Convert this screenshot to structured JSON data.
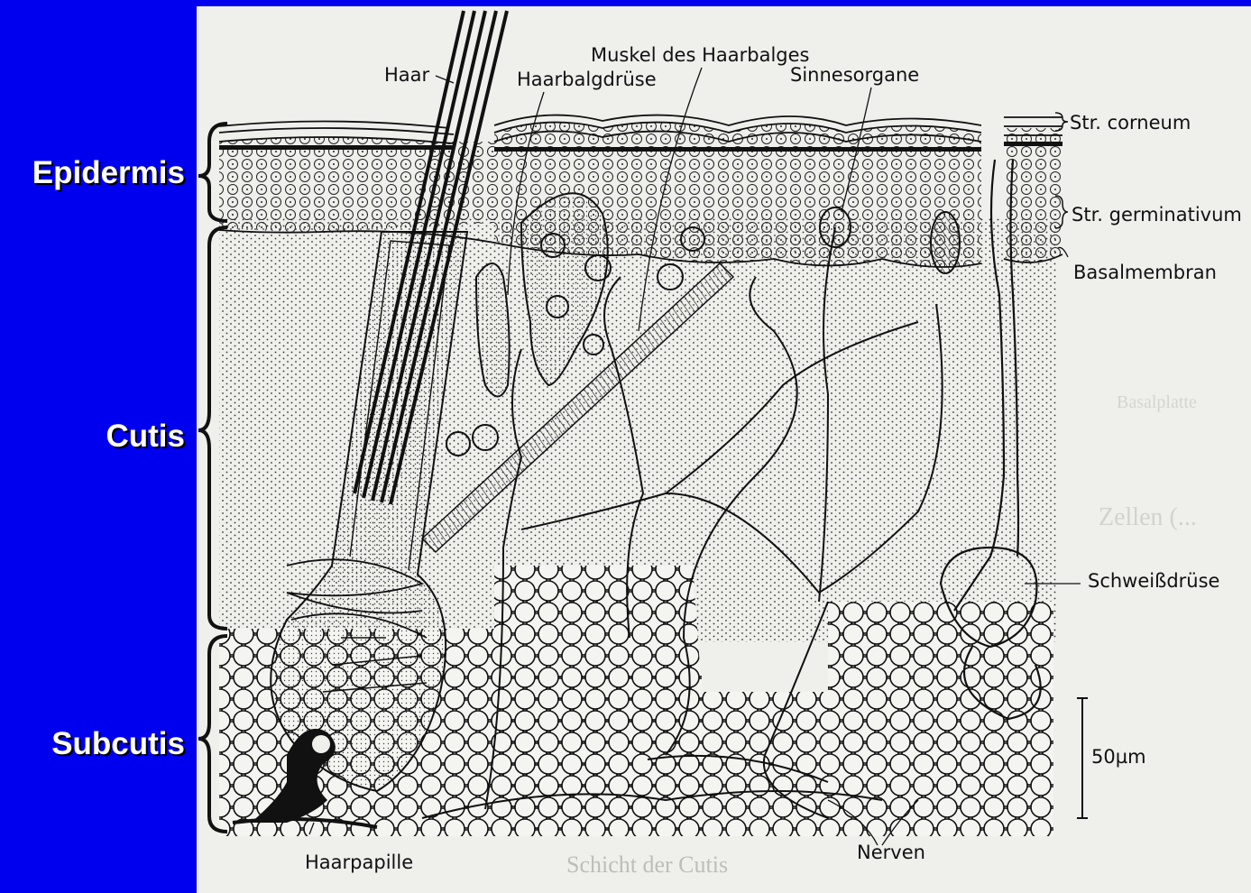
{
  "layers": {
    "epidermis": "Epidermis",
    "cutis": "Cutis",
    "subcutis": "Subcutis"
  },
  "labels": {
    "haar": "Haar",
    "haarbalgdruese": "Haarbalgdrüse",
    "muskel": "Muskel des Haarbalges",
    "sinnesorgane": "Sinnesorgane",
    "str_corneum": "Str. corneum",
    "str_germinativum": "Str. germinativum",
    "basalmembran": "Basalmembran",
    "schweissdruese": "Schweißdrüse",
    "scale": "50µm",
    "nerven": "Nerven",
    "haarpapille": "Haarpapille"
  },
  "colors": {
    "background": "#0000ee",
    "panel": "#efefec",
    "ink": "#111111",
    "label_text": "#ffffff"
  }
}
